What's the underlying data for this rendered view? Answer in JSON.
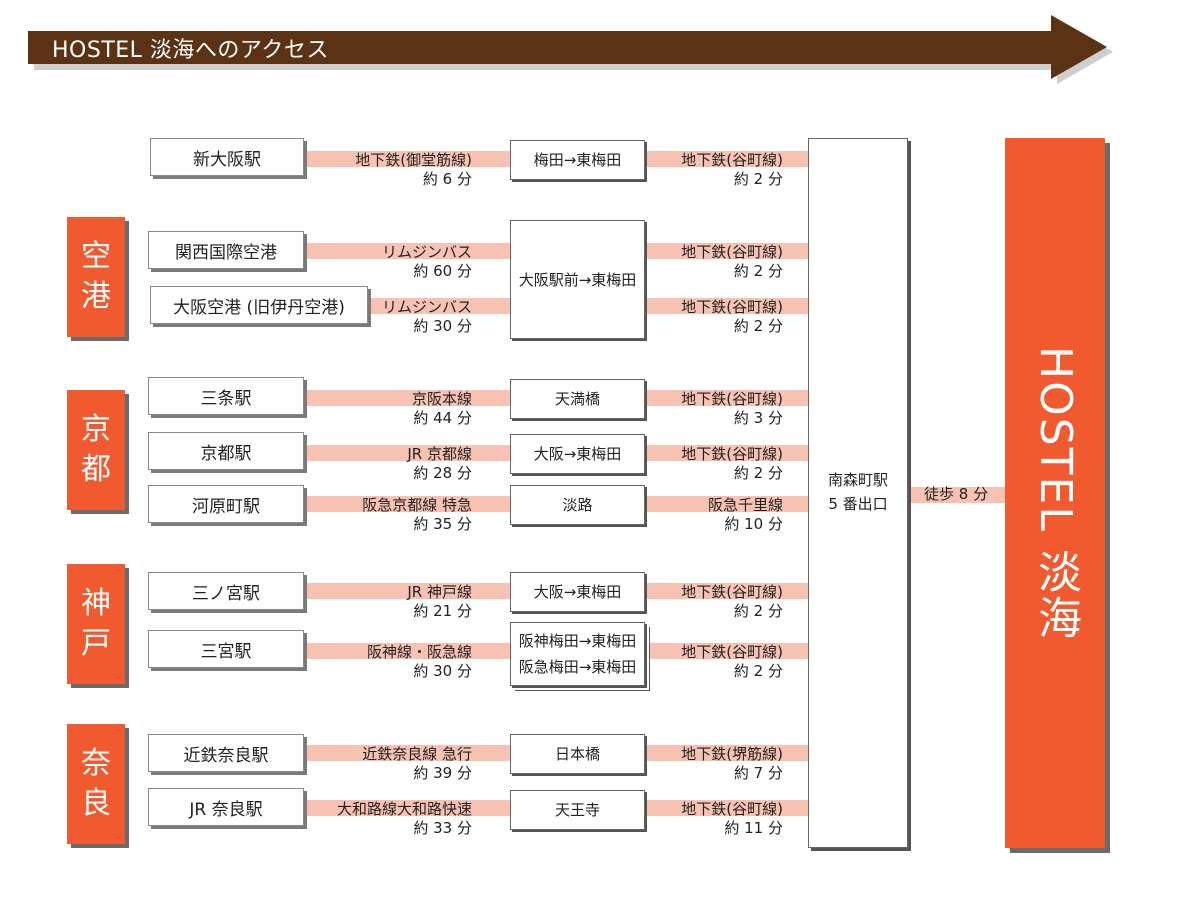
{
  "header": {
    "title": "HOSTEL 淡海へのアクセス"
  },
  "regions": [
    {
      "label": "空港",
      "chars": [
        "空",
        "港"
      ]
    },
    {
      "label": "京都",
      "chars": [
        "京",
        "都"
      ]
    },
    {
      "label": "神戸",
      "chars": [
        "神",
        "戸"
      ]
    },
    {
      "label": "奈良",
      "chars": [
        "奈",
        "良"
      ]
    }
  ],
  "routes": [
    {
      "origin": "新大阪駅",
      "line1": "地下鉄(御堂筋線)",
      "time1": "約 6 分",
      "transfer": [
        "梅田→東梅田"
      ],
      "line2": "地下鉄(谷町線)",
      "time2": "約 2 分"
    },
    {
      "origin": "関西国際空港",
      "line1": "リムジンバス",
      "time1": "約 60 分",
      "transfer": [
        "大阪駅前→東梅田"
      ],
      "line2": "地下鉄(谷町線)",
      "time2": "約 2 分"
    },
    {
      "origin": "大阪空港 (旧伊丹空港)",
      "line1": "リムジンバス",
      "time1": "約 30 分",
      "transfer": [],
      "line2": "地下鉄(谷町線)",
      "time2": "約 2 分"
    },
    {
      "origin": "三条駅",
      "line1": "京阪本線",
      "time1": "約 44 分",
      "transfer": [
        "天満橋"
      ],
      "line2": "地下鉄(谷町線)",
      "time2": "約 3 分"
    },
    {
      "origin": "京都駅",
      "line1": "JR 京都線",
      "time1": "約 28 分",
      "transfer": [
        "大阪→東梅田"
      ],
      "line2": "地下鉄(谷町線)",
      "time2": "約 2 分"
    },
    {
      "origin": "河原町駅",
      "line1": "阪急京都線 特急",
      "time1": "約 35 分",
      "transfer": [
        "淡路"
      ],
      "line2": "阪急千里線",
      "time2": "約 10 分"
    },
    {
      "origin": "三ノ宮駅",
      "line1": "JR 神戸線",
      "time1": "約 21 分",
      "transfer": [
        "大阪→東梅田"
      ],
      "line2": "地下鉄(谷町線)",
      "time2": "約 2 分"
    },
    {
      "origin": "三宮駅",
      "line1": "阪神線・阪急線",
      "time1": "約 30 分",
      "transfer": [
        "阪神梅田→東梅田",
        "阪急梅田→東梅田"
      ],
      "line2": "地下鉄(谷町線)",
      "time2": "約 2 分"
    },
    {
      "origin": "近鉄奈良駅",
      "line1": "近鉄奈良線 急行",
      "time1": "約 39 分",
      "transfer": [
        "日本橋"
      ],
      "line2": "地下鉄(堺筋線)",
      "time2": "約 7 分"
    },
    {
      "origin": "JR 奈良駅",
      "line1": "大和路線大和路快速",
      "time1": "約 33 分",
      "transfer": [
        "天王寺"
      ],
      "line2": "地下鉄(谷町線)",
      "time2": "約 11 分"
    }
  ],
  "station": {
    "name": "南森町駅",
    "exit": "5 番出口"
  },
  "walk": "徒歩 8 分",
  "destination": {
    "name": "HOSTEL 淡海"
  },
  "colors": {
    "accent": "#f15a2e",
    "band": "#f7c2b2",
    "title_bar": "#5b3214"
  }
}
